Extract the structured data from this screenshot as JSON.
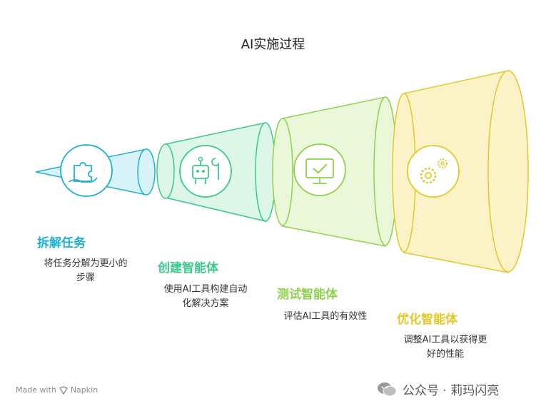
{
  "title": "AI实施过程",
  "stages": [
    {
      "title": "拆解任务",
      "desc_line1": "将任务分解为更小的",
      "desc_line2": "步骤",
      "color": "#1fb0d0",
      "icon": "puzzle-hand-icon"
    },
    {
      "title": "创建智能体",
      "desc_line1": "使用AI工具构建自动",
      "desc_line2": "化解决方案",
      "color": "#3cc98a",
      "icon": "robot-wrench-icon"
    },
    {
      "title": "测试智能体",
      "desc_line1": "评估AI工具的有效性",
      "desc_line2": "",
      "color": "#8fd14f",
      "icon": "monitor-check-icon"
    },
    {
      "title": "优化智能体",
      "desc_line1": "调整AI工具以获得更",
      "desc_line2": "好的性能",
      "color": "#e2c92a",
      "icon": "gears-icon"
    }
  ],
  "footer": {
    "made_with": "Made with",
    "brand": "Napkin",
    "wechat_label": "公众号 · 莉玛闪亮"
  }
}
